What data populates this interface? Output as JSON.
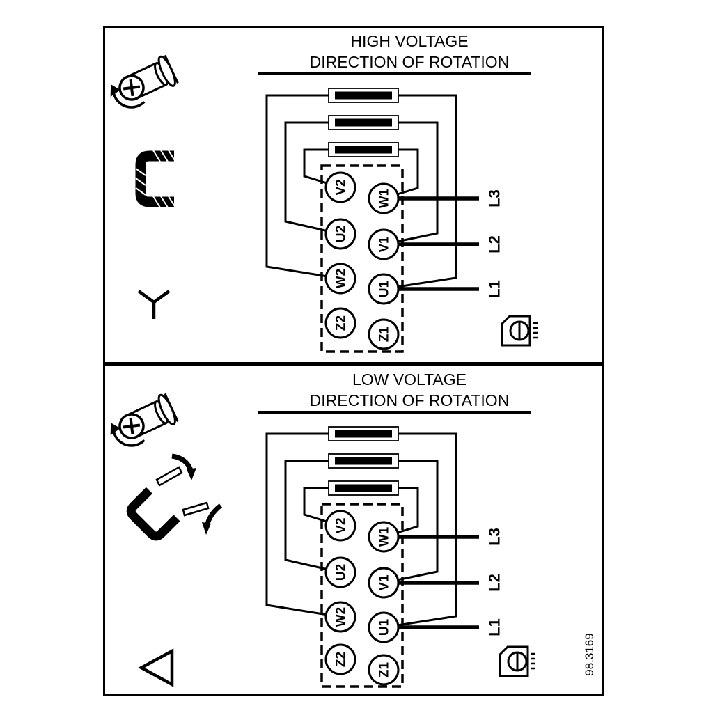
{
  "figure_number": "98.3169",
  "colors": {
    "ink": "#000000",
    "paper": "#ffffff"
  },
  "icons": {
    "screw": "cover-screw-rotation-icon",
    "jumper_bracket": "jumper-link-icon",
    "star": "star-connection-icon",
    "jumper_moved": "jumper-reposition-icon",
    "delta": "delta-connection-icon",
    "terminal_screw": "terminal-screw-icon"
  },
  "panels": [
    {
      "title_line1": "HIGH VOLTAGE",
      "title_line2": "DIRECTION OF ROTATION",
      "connection": "star",
      "terminals": {
        "left": [
          "V2",
          "U2",
          "W2",
          "Z2"
        ],
        "right": [
          "W1",
          "V1",
          "U1",
          "Z1"
        ]
      },
      "supply_lines": [
        "L3",
        "L2",
        "L1"
      ]
    },
    {
      "title_line1": "LOW VOLTAGE",
      "title_line2": "DIRECTION OF ROTATION",
      "connection": "delta",
      "terminals": {
        "left": [
          "V2",
          "U2",
          "W2",
          "Z2"
        ],
        "right": [
          "W1",
          "V1",
          "U1",
          "Z1"
        ]
      },
      "supply_lines": [
        "L3",
        "L2",
        "L1"
      ]
    }
  ]
}
